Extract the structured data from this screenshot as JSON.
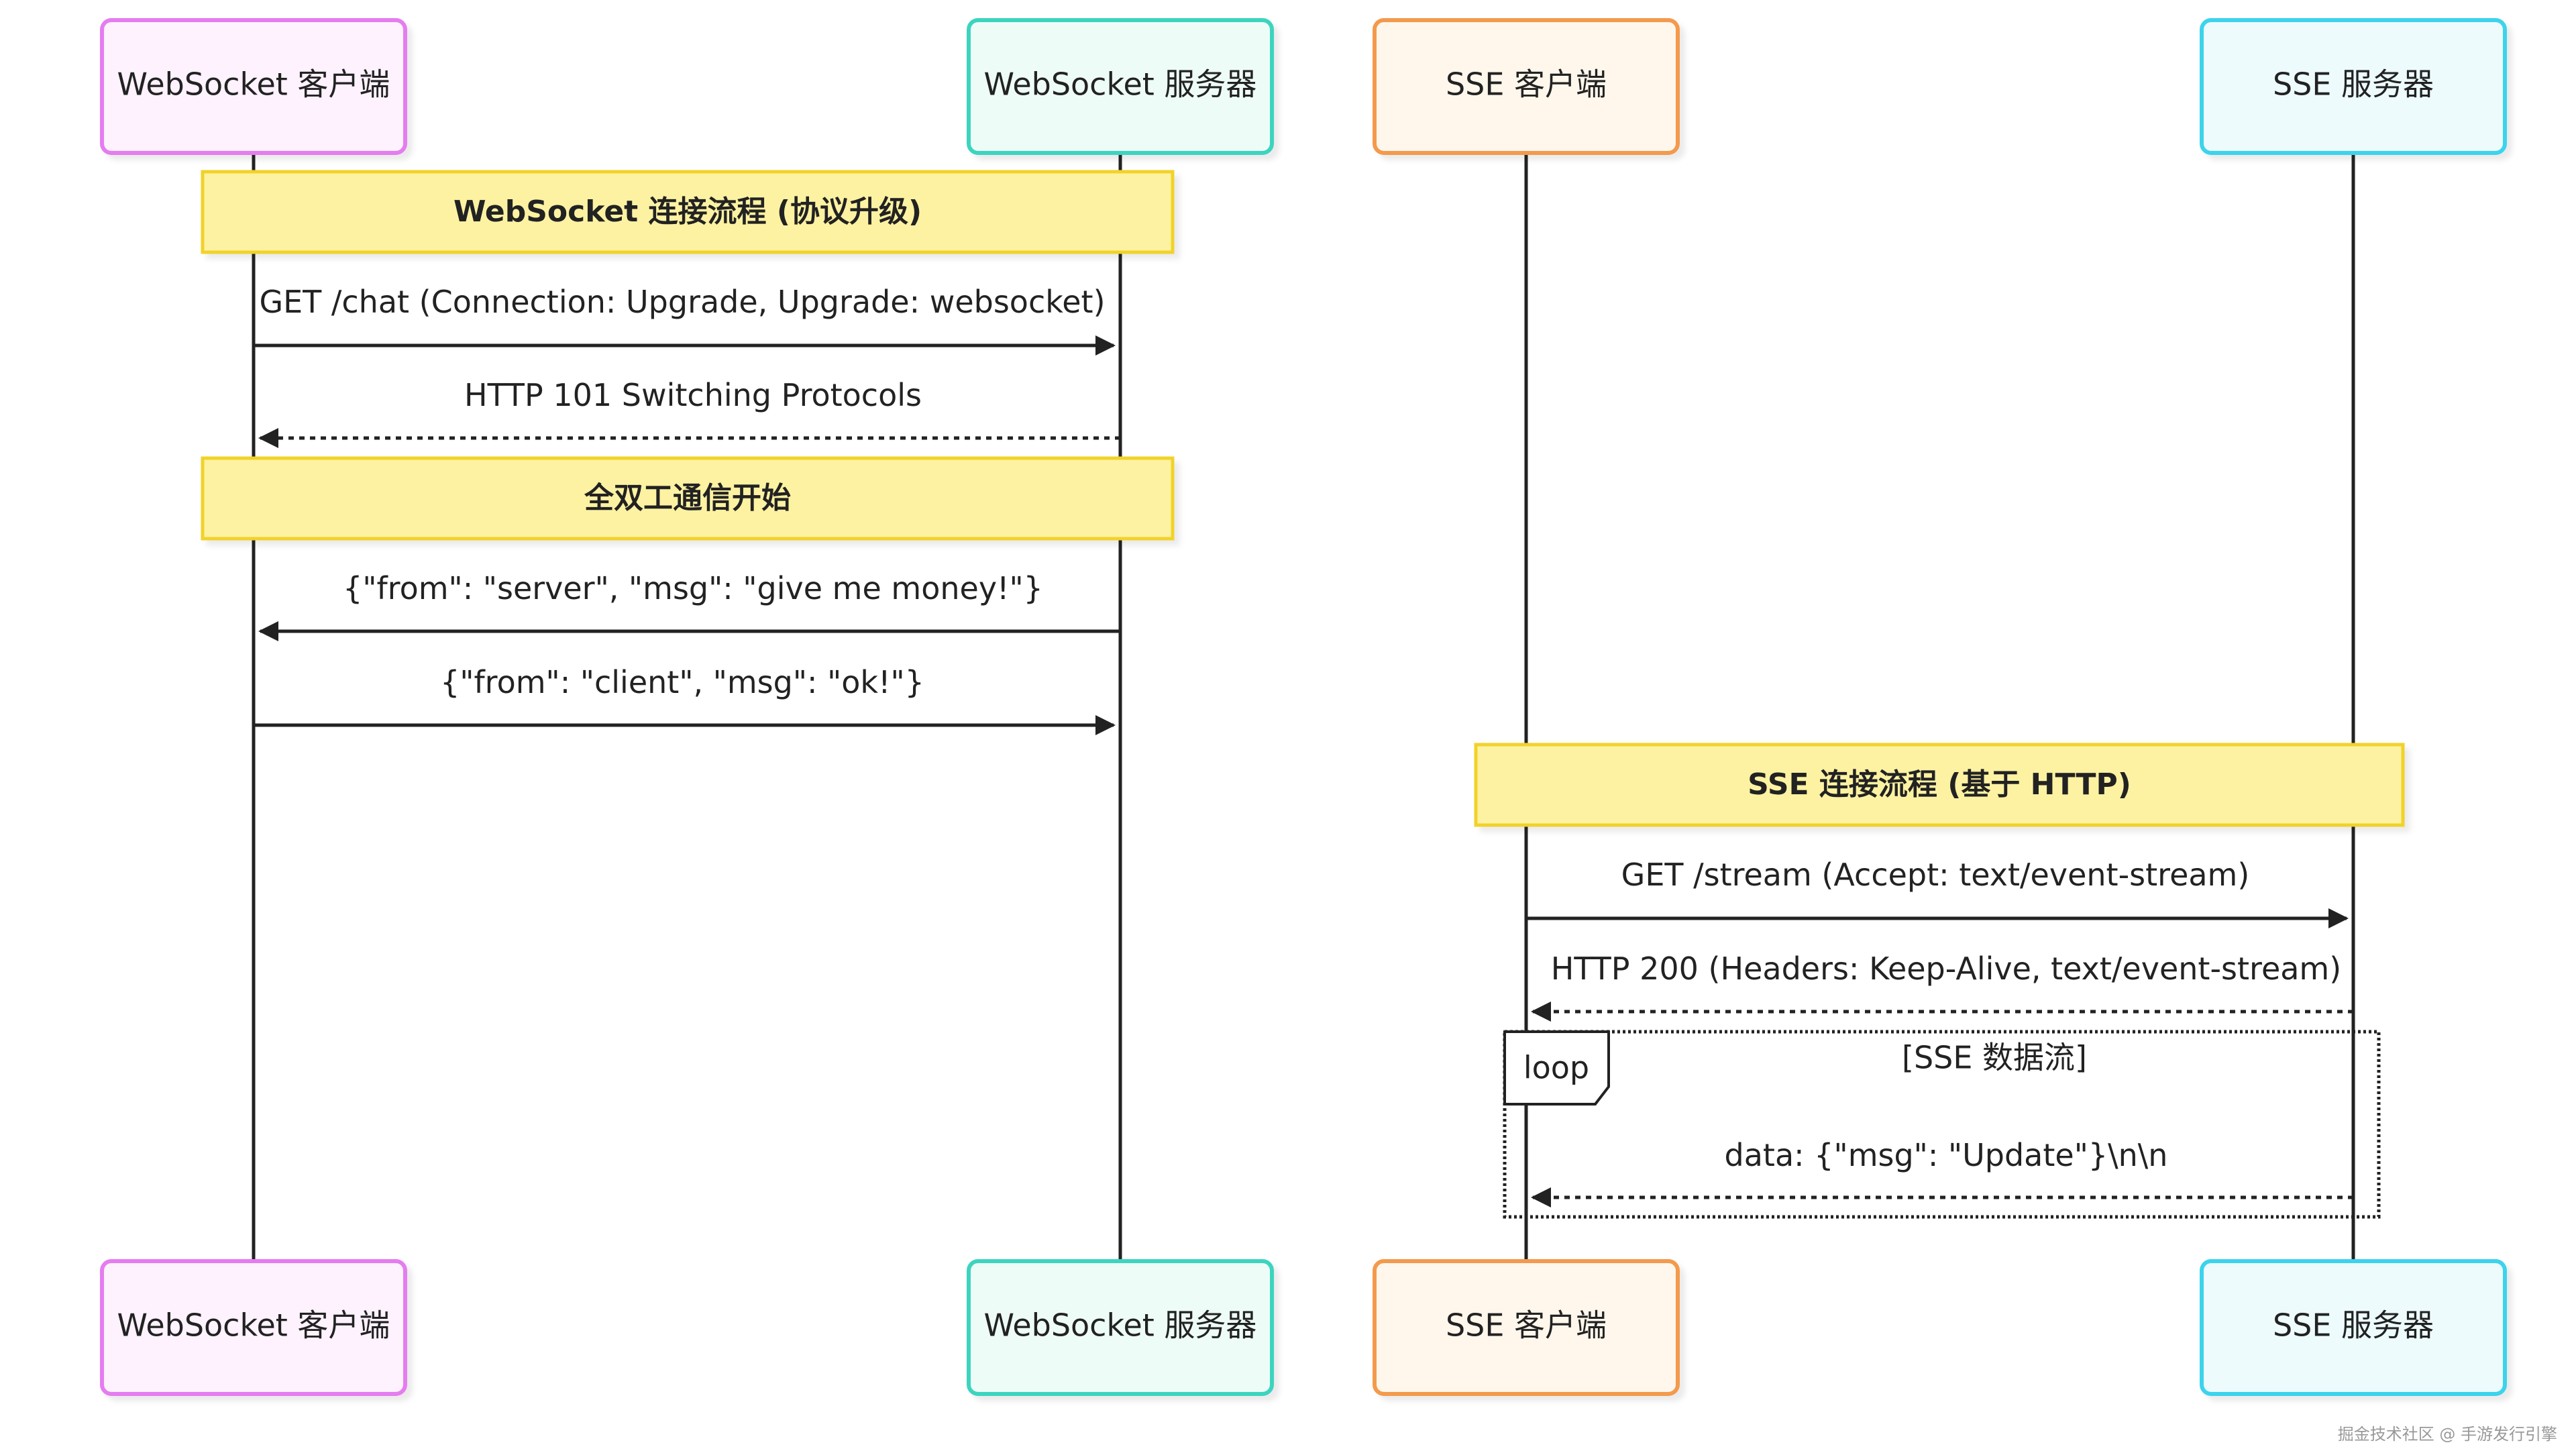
{
  "actors": {
    "ws_client": {
      "label": "WebSocket 客户端",
      "fill": "#fdf2fd",
      "stroke": "#e57cf0"
    },
    "ws_server": {
      "label": "WebSocket 服务器",
      "fill": "#eefcf8",
      "stroke": "#3dd4bf"
    },
    "sse_client": {
      "label": "SSE 客户端",
      "fill": "#fff7ec",
      "stroke": "#f39a4e"
    },
    "sse_server": {
      "label": "SSE 服务器",
      "fill": "#edfbfd",
      "stroke": "#3cd3ec"
    }
  },
  "notes": {
    "ws_connect": "WebSocket 连接流程 (协议升级)",
    "ws_duplex": "全双工通信开始",
    "sse_connect": "SSE 连接流程 (基于 HTTP)"
  },
  "messages": {
    "ws_get": "GET /chat (Connection: Upgrade, Upgrade: websocket)",
    "ws_101": "HTTP 101 Switching Protocols",
    "ws_server_msg": "{\"from\": \"server\", \"msg\": \"give me money!\"}",
    "ws_client_msg": "{\"from\": \"client\", \"msg\": \"ok!\"}",
    "sse_get": "GET /stream (Accept: text/event-stream)",
    "sse_200": "HTTP 200 (Headers: Keep-Alive, text/event-stream)",
    "sse_data": "data: {\"msg\": \"Update\"}\\n\\n"
  },
  "loop": {
    "tag": "loop",
    "condition": "[SSE 数据流]"
  },
  "watermark": "掘金技术社区 @ 手游发行引擎",
  "colors": {
    "note_fill": "#fdf2a2",
    "note_stroke": "#f2d22b",
    "line": "#222222"
  }
}
